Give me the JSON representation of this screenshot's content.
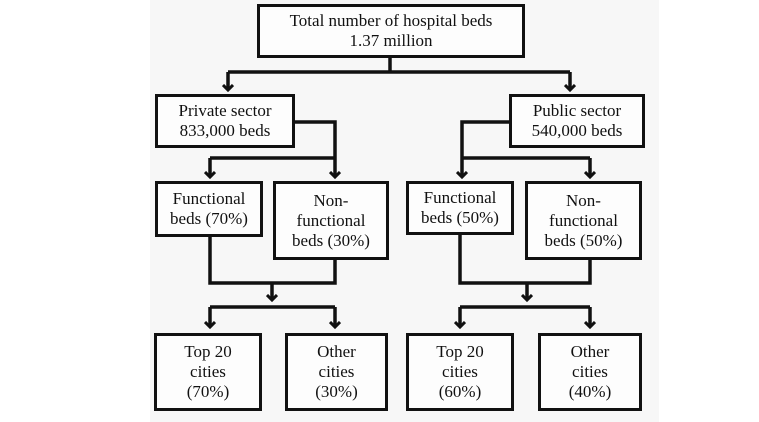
{
  "root": {
    "line1": "Total number of hospital beds",
    "line2": "1.37 million"
  },
  "private": {
    "title": "Private sector",
    "beds": "833,000 beds",
    "functional": [
      "Functional",
      "beds (70%)"
    ],
    "non_functional": [
      "Non-",
      "functional",
      "beds (30%)"
    ],
    "top20": [
      "Top 20",
      "cities",
      "(70%)"
    ],
    "other": [
      "Other",
      "cities",
      "(30%)"
    ]
  },
  "public": {
    "title": "Public sector",
    "beds": "540,000 beds",
    "functional": [
      "Functional",
      "beds (50%)"
    ],
    "non_functional": [
      "Non-",
      "functional",
      "beds (50%)"
    ],
    "top20": [
      "Top 20",
      "cities",
      "(60%)"
    ],
    "other": [
      "Other",
      "cities",
      "(40%)"
    ]
  }
}
